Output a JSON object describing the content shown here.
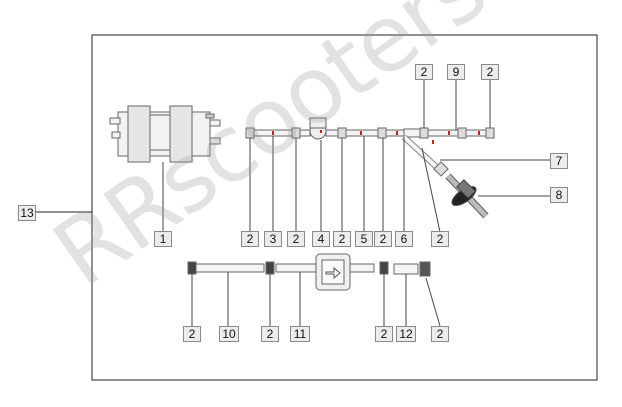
{
  "watermark": "RRscooters",
  "labels": {
    "l13": "13",
    "l1": "1",
    "top_2a": "2",
    "top_9": "9",
    "top_2b": "2",
    "l7": "7",
    "l8": "8",
    "row_2a": "2",
    "row_3": "3",
    "row_2b": "2",
    "row_4": "4",
    "row_2c": "2",
    "row_5": "5",
    "row_2d": "2",
    "row_6": "6",
    "row_2e": "2",
    "bot_2a": "2",
    "bot_10": "10",
    "bot_2b": "2",
    "bot_11": "11",
    "bot_2c": "2",
    "bot_12": "12",
    "bot_2d": "2"
  },
  "colors": {
    "stroke": "#555555",
    "accent": "#cc2222",
    "frame": "#222222"
  }
}
